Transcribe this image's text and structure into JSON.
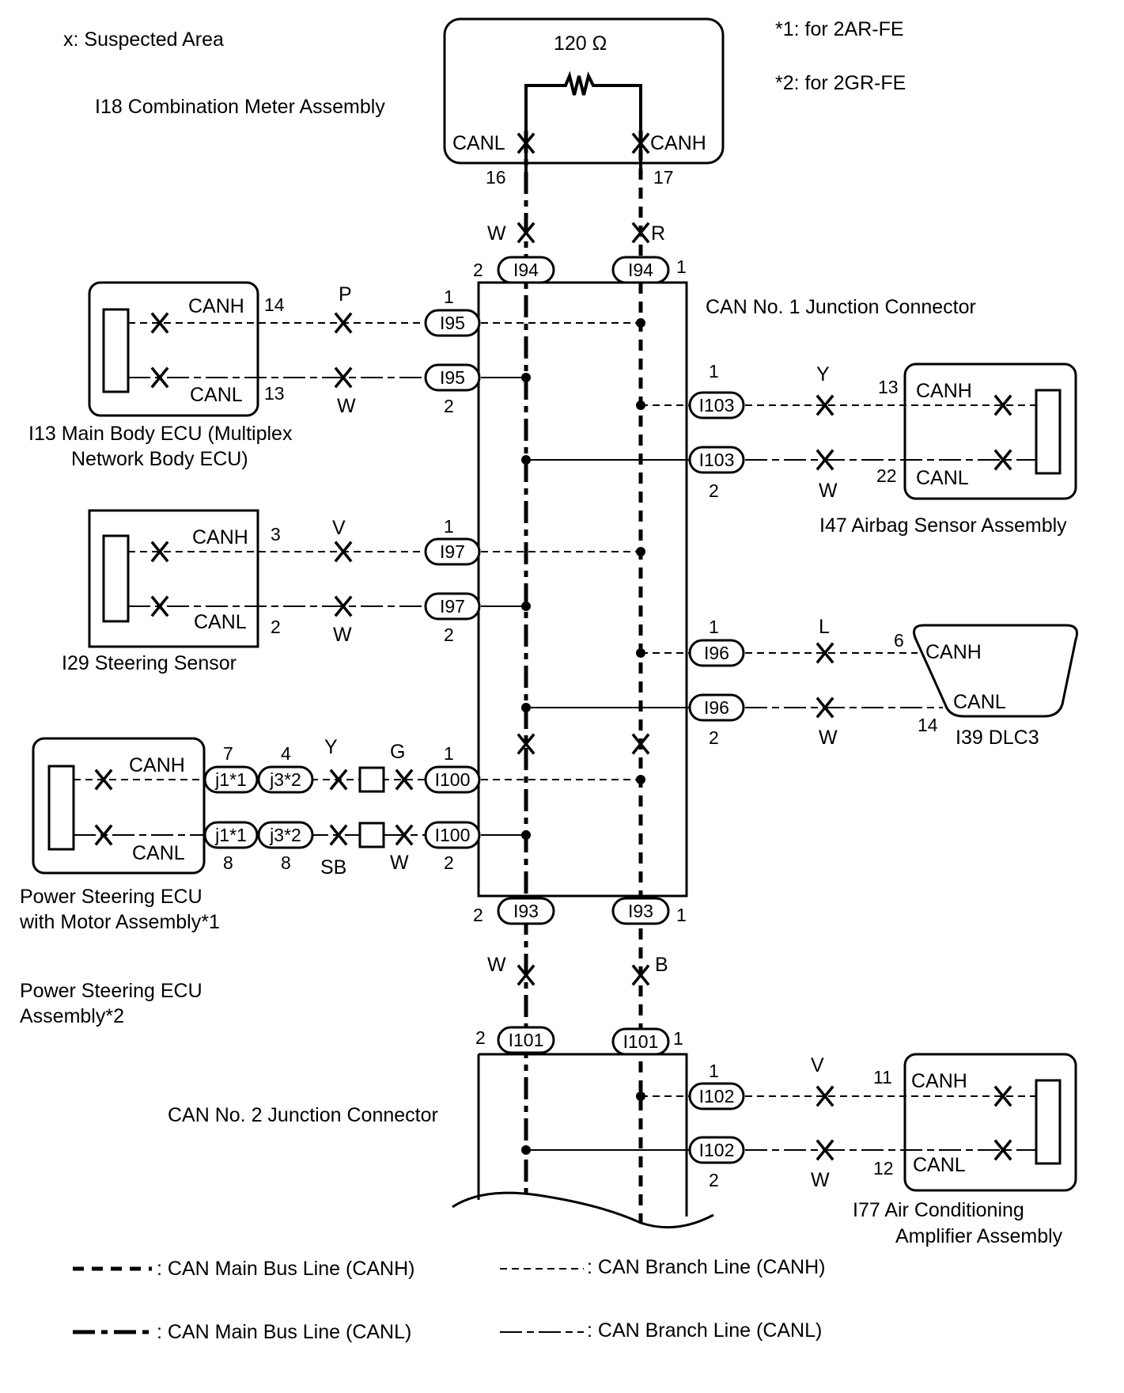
{
  "notes": {
    "suspected": "x: Suspected Area",
    "note1": "*1: for 2AR-FE",
    "note2": "*2: for 2GR-FE"
  },
  "meter": {
    "title": "I18  Combination Meter Assembly",
    "resistor": "120 Ω",
    "canl": "CANL",
    "canh": "CANH",
    "pin_l": "16",
    "pin_h": "17",
    "wire_l": "W",
    "wire_h": "R"
  },
  "junction1": {
    "title": "CAN No. 1 Junction Connector",
    "top": {
      "conn": "I94",
      "pin_l": "2",
      "pin_h": "1"
    },
    "bottom": {
      "conn": "I93",
      "pin_l": "2",
      "pin_h": "1",
      "wire_l": "W",
      "wire_h": "B"
    }
  },
  "main_body_ecu": {
    "title_1": "I13  Main Body ECU (Multiplex",
    "title_2": "Network Body ECU)",
    "canh": "CANH",
    "canl": "CANL",
    "pin_h": "14",
    "pin_l": "13",
    "wire_h": "P",
    "wire_l": "W",
    "conn": "I95",
    "conn_pin_h": "1",
    "conn_pin_l": "2"
  },
  "steering_sensor": {
    "title": "I29  Steering Sensor",
    "canh": "CANH",
    "canl": "CANL",
    "pin_h": "3",
    "pin_l": "2",
    "wire_h": "V",
    "wire_l": "W",
    "conn": "I97",
    "conn_pin_h": "1",
    "conn_pin_l": "2"
  },
  "power_steering": {
    "title_1": "Power Steering ECU",
    "title_2": "with Motor Assembly*1",
    "title_3": "Power Steering ECU",
    "title_4": "Assembly*2",
    "canh": "CANH",
    "canl": "CANL",
    "j1": "j1*1",
    "j3": "j3*2",
    "j1_pin_h": "7",
    "j3_pin_h": "4",
    "j1_pin_l": "8",
    "j3_pin_l": "8",
    "wire_h1": "Y",
    "wire_h2": "G",
    "wire_l1": "SB",
    "wire_l2": "W",
    "conn": "I100",
    "conn_pin_h": "1",
    "conn_pin_l": "2"
  },
  "airbag": {
    "title": "I47  Airbag Sensor Assembly",
    "canh": "CANH",
    "canl": "CANL",
    "pin_h": "13",
    "pin_l": "22",
    "wire_h": "Y",
    "wire_l": "W",
    "conn": "I103",
    "conn_pin_h": "1",
    "conn_pin_l": "2"
  },
  "dlc3": {
    "title": "I39  DLC3",
    "canh": "CANH",
    "canl": "CANL",
    "pin_h": "6",
    "pin_l": "14",
    "wire_h": "L",
    "wire_l": "W",
    "conn": "I96",
    "conn_pin_h": "1",
    "conn_pin_l": "2"
  },
  "junction2": {
    "title": "CAN No. 2 Junction Connector",
    "conn": "I101",
    "pin_l": "2",
    "pin_h": "1"
  },
  "ac_amp": {
    "title_1": "I77  Air Conditioning",
    "title_2": "Amplifier Assembly",
    "canh": "CANH",
    "canl": "CANL",
    "pin_h": "11",
    "pin_l": "12",
    "wire_h": "V",
    "wire_l": "W",
    "conn": "I102",
    "conn_pin_h": "1",
    "conn_pin_l": "2"
  },
  "legend": {
    "main_h": ": CAN Main Bus Line (CANH)",
    "main_l": ": CAN Main Bus Line (CANL)",
    "branch_h": ": CAN Branch Line (CANH)",
    "branch_l": ": CAN Branch Line (CANL)"
  }
}
